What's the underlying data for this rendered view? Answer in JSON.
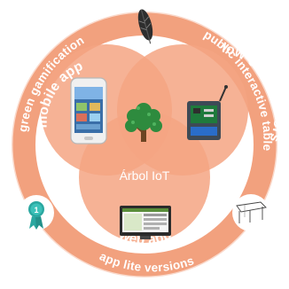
{
  "diagram": {
    "center_label": "Árbol IoT",
    "circles": {
      "left": "mobile app",
      "right": "low-cost sensors",
      "bottom": "web app"
    },
    "ring_labels": {
      "top_left": "green gamification",
      "top_right": "public interactive table",
      "bottom": "app lite versions"
    },
    "badge_number": "1",
    "icons": [
      "feather-icon",
      "award-ribbon-icon",
      "table-sketch-icon",
      "smartphone-icon",
      "sensor-board-icon",
      "tree-icon",
      "monitor-icon"
    ],
    "colors": {
      "ring": "#f2a17e",
      "ring_stroke": "#ffffff",
      "circle_fill": "#f4a482",
      "circle_overlap": "#ee8865",
      "tree_green": "#2e8b3e",
      "badge_teal": "#2aa7a0"
    }
  }
}
